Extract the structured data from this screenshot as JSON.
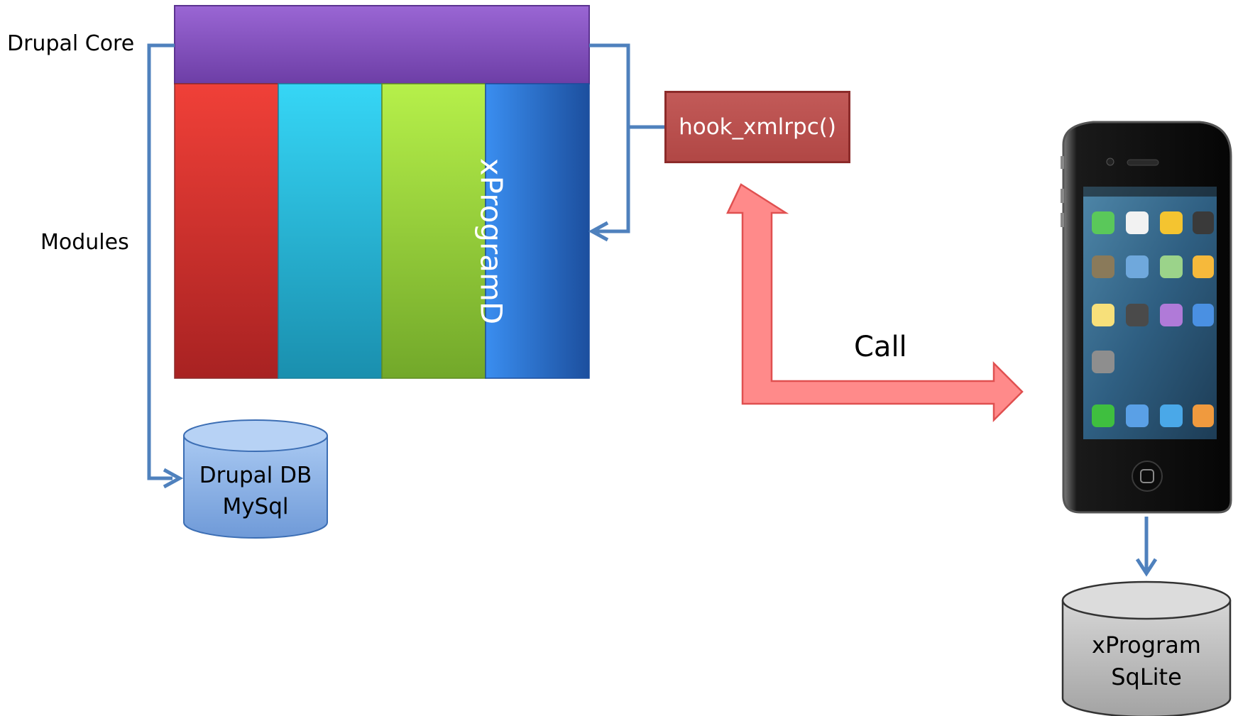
{
  "labels": {
    "drupal_core": "Drupal Core",
    "modules": "Modules",
    "module_name": "xProgramD",
    "hook": "hook_xmlrpc()",
    "call": "Call",
    "drupal_db_line1": "Drupal DB",
    "drupal_db_line2": "MySql",
    "sqlite_line1": "xProgram",
    "sqlite_line2": "SqLite"
  },
  "colors": {
    "core_bar": "#8a58c4",
    "module_red": "#e03a34",
    "module_cyan": "#2fc2e2",
    "module_green": "#a2dc3c",
    "module_blue": "#2f78d6",
    "connector": "#4f81bd",
    "hook_box": "#b84e4c",
    "call_arrow": "#ff8080",
    "mysql_db": "#8fb4e8",
    "sqlite_db": "#bdbdbd"
  },
  "icons": {
    "phone": "iphone-icon"
  }
}
